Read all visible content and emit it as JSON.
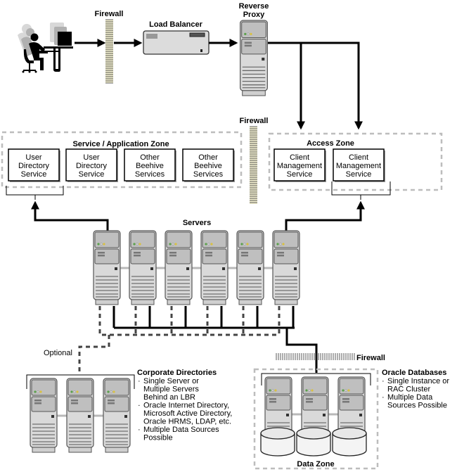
{
  "title": "Beehive Deployment Topology",
  "top_row": {
    "firewall_label": "Firewall",
    "load_balancer_label": "Load Balancer",
    "reverse_proxy_label": "Reverse\nProxy",
    "reverse_proxy_lines": [
      "Reverse",
      "Proxy"
    ]
  },
  "middle_firewall_label": "Firewall",
  "service_zone": {
    "title": "Service / Application Zone",
    "services": [
      {
        "lines": [
          "User",
          "Directory",
          "Service"
        ]
      },
      {
        "lines": [
          "User",
          "Directory",
          "Service"
        ]
      },
      {
        "lines": [
          "Other",
          "Beehive",
          "Services"
        ]
      },
      {
        "lines": [
          "Other",
          "Beehive",
          "Services"
        ]
      }
    ]
  },
  "access_zone": {
    "title": "Access Zone",
    "services": [
      {
        "lines": [
          "Client",
          "Management",
          "Service"
        ]
      },
      {
        "lines": [
          "Client",
          "Management",
          "Service"
        ]
      }
    ]
  },
  "servers": {
    "label": "Servers",
    "count": 6
  },
  "optional_label": "Optional",
  "corporate_directories": {
    "title": "Corporate Directories",
    "server_count": 3,
    "bullets": [
      {
        "lines": [
          "Single Server or",
          "Multiple Servers",
          "Behind an LBR"
        ]
      },
      {
        "lines": [
          "Oracle Internet Directory,",
          "Microsoft Active Directory,",
          "Oracle HRMS, LDAP, etc."
        ]
      },
      {
        "lines": [
          "Multiple Data Sources",
          "Possible"
        ]
      }
    ]
  },
  "data_zone": {
    "firewall_label": "Firewall",
    "zone_label": "Data Zone",
    "title": "Oracle Databases",
    "server_count": 3,
    "bullets": [
      {
        "lines": [
          "Single Instance or",
          "RAC Cluster"
        ]
      },
      {
        "lines": [
          "Multiple Data",
          "Sources Possible"
        ]
      }
    ]
  },
  "colors": {
    "firewall_fill": "#f2efd0",
    "server_body": "#d9d9d9",
    "server_panel": "#bfbfbf",
    "led_green": "#5aa04a",
    "led_gray": "#d0d0d0",
    "led_yellow": "#d8c040",
    "zone_border": "#bdbdbd"
  }
}
